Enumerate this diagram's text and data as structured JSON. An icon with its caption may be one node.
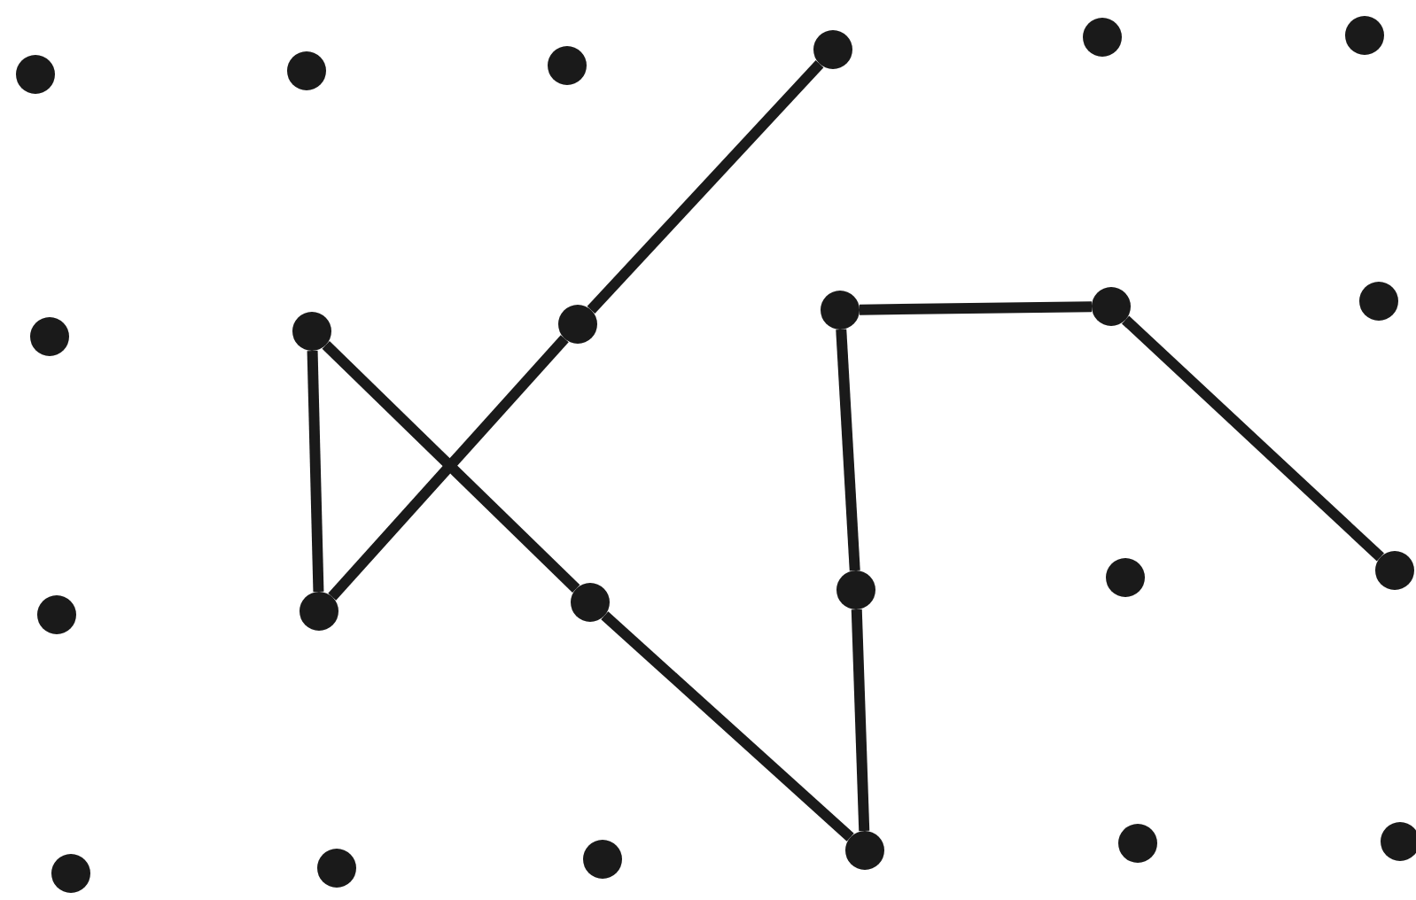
{
  "diagram": {
    "nodes": [
      {
        "text": [],
        "shape": "circle"
      },
      {
        "text": [],
        "shape": "circle"
      },
      {
        "text": [],
        "shape": "circle"
      },
      {
        "text": [],
        "shape": "circle"
      },
      {
        "text": [],
        "shape": "circle"
      },
      {
        "text": [],
        "shape": "circle"
      },
      {
        "text": [],
        "shape": "circle"
      },
      {
        "text": [],
        "shape": "circle"
      },
      {
        "text": [],
        "shape": "circle"
      },
      {
        "text": [],
        "shape": "circle"
      },
      {
        "text": [],
        "shape": "circle"
      },
      {
        "text": [],
        "shape": "circle"
      },
      {
        "text": [],
        "shape": "circle"
      },
      {
        "text": [],
        "shape": "circle"
      },
      {
        "text": [],
        "shape": "circle"
      },
      {
        "text": [],
        "shape": "circle"
      },
      {
        "text": [],
        "shape": "circle"
      },
      {
        "text": [],
        "shape": "circle"
      },
      {
        "text": [],
        "shape": "circle"
      },
      {
        "text": [],
        "shape": "circle"
      },
      {
        "text": [],
        "shape": "circle"
      },
      {
        "text": [],
        "shape": "circle"
      },
      {
        "text": [],
        "shape": "circle"
      },
      {
        "text": [],
        "shape": "circle"
      }
    ],
    "edges": [
      {
        "from": 3,
        "to": 8,
        "arrow": "none"
      },
      {
        "from": 8,
        "to": 13,
        "arrow": "none"
      },
      {
        "from": 13,
        "to": 7,
        "arrow": "none"
      },
      {
        "from": 7,
        "to": 14,
        "arrow": "none"
      },
      {
        "from": 14,
        "to": 21,
        "arrow": "none"
      },
      {
        "from": 21,
        "to": 15,
        "arrow": "none"
      },
      {
        "from": 15,
        "to": 9,
        "arrow": "none"
      },
      {
        "from": 9,
        "to": 10,
        "arrow": "none"
      },
      {
        "from": 10,
        "to": 17,
        "arrow": "none"
      }
    ]
  }
}
